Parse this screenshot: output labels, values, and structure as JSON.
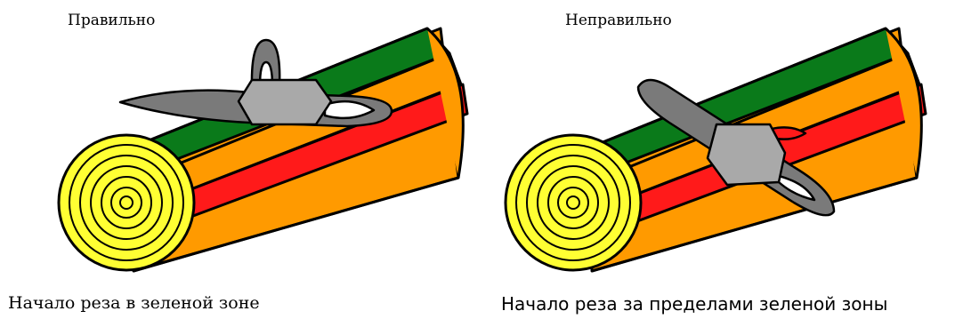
{
  "left": {
    "label": "Правильно",
    "caption": "Начало реза в зеленой зоне"
  },
  "right": {
    "label": "Неправильно",
    "caption": "Начало реза за пределами зеленой зоны"
  },
  "colors": {
    "green_zone": "#0a7a1a",
    "orange_zone": "#ff9a00",
    "red_zone": "#ff1a1a",
    "log_end": "#ffff33",
    "saw_bar": "#7a7a7a",
    "saw_body": "#a9a9a9",
    "outline": "#000000"
  }
}
